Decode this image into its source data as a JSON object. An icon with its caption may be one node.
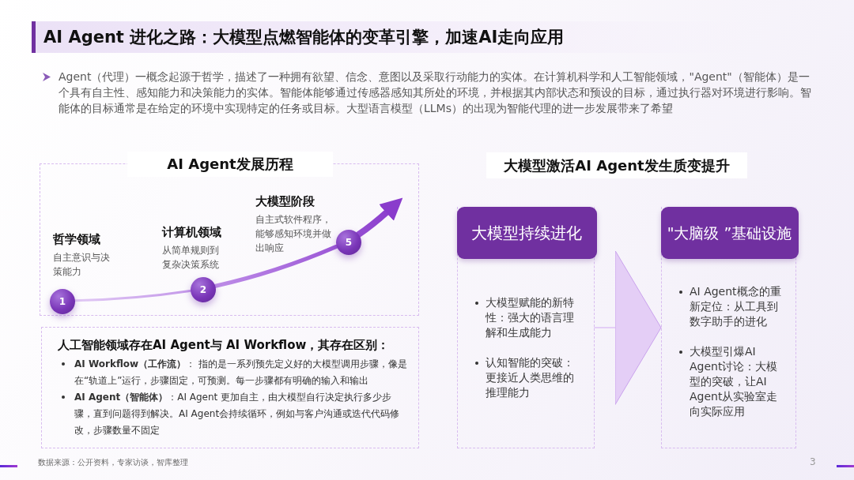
{
  "diagram": {
    "title": "AI Agent 进化之路：大模型点燃智能体的变革引擎，加速AI走向应用",
    "nodes": [
      {
        "text": [
          "AI Agent发展历程"
        ]
      },
      {
        "text": [
          "1"
        ],
        "in": 0,
        "beside": [
          "哲学领域",
          "自主意识与决策能力"
        ]
      },
      {
        "text": [
          "2"
        ],
        "in": 0,
        "beside": [
          "计算机领域",
          "从简单规则到复杂决策系统"
        ]
      },
      {
        "text": [
          "5"
        ],
        "in": 0,
        "beside": [
          "大模型阶段",
          "自主式软件程序，能够感知环境并做出响应"
        ]
      },
      {
        "text": [
          "人工智能领域存在AI Agent与 AI Workflow，其存在区别：",
          "**AI Workflow（工作流）**： 指的是一系列预先定义好的大模型调用步骤，像是在“轨道上”运行，步骤固定，可预测。每一步骤都有明确的输入和输出",
          "**AI Agent（智能体）**：AI Agent 更加自主，由大模型自行决定执行多少步骤，直到问题得到解决。AI Agent会持续循环，例如与客户沟通或迭代代码修改，步骤数量不固定"
        ]
      },
      {
        "text": [
          "大模型持续进化",
          "大模型赋能的新特性：强大的语言理解和生成能力",
          "认知智能的突破：更接近人类思维的推理能力"
        ]
      },
      {
        "text": [
          "\"大脑级 ”基础设施",
          "AI Agent概念的重新定位：从工具到数字助手的进化",
          "大模型引爆AI Agent讨论：大模型的突破，让AI Agent从实验室走向实际应用"
        ]
      }
    ],
    "edges": [
      {
        "from": 1,
        "to": 2,
        "arrow": "none"
      },
      {
        "from": 2,
        "to": 3,
        "arrow": "none"
      },
      {
        "from": 3,
        "to": null,
        "arrow": "to"
      },
      {
        "from": 5,
        "to": 6,
        "arrow": "to",
        "color": "#e4cef6"
      }
    ],
    "labels": [
      "Agent（代理）一概念起源于哲学，描述了一种拥有欲望、信念、意图以及采取行动能力的实体。在计算机科学和人工智能领域，\"Agent\"（智能体）是一个具有自主性、感知能力和决策能力的实体。智能体能够通过传感器感知其所处的环境，并根据其内部状态和预设的目标，通过执行器对环境进行影响。智能体的目标通常是在给定的环境中实现特定的任务或目标。大型语言模型（LLMs）的出现为智能代理的进一步发展带来了希望",
      "大模型激活AI Agent发生质变提升",
      "数据来源：公开资料，专家访谈，智库整理",
      "3"
    ]
  }
}
